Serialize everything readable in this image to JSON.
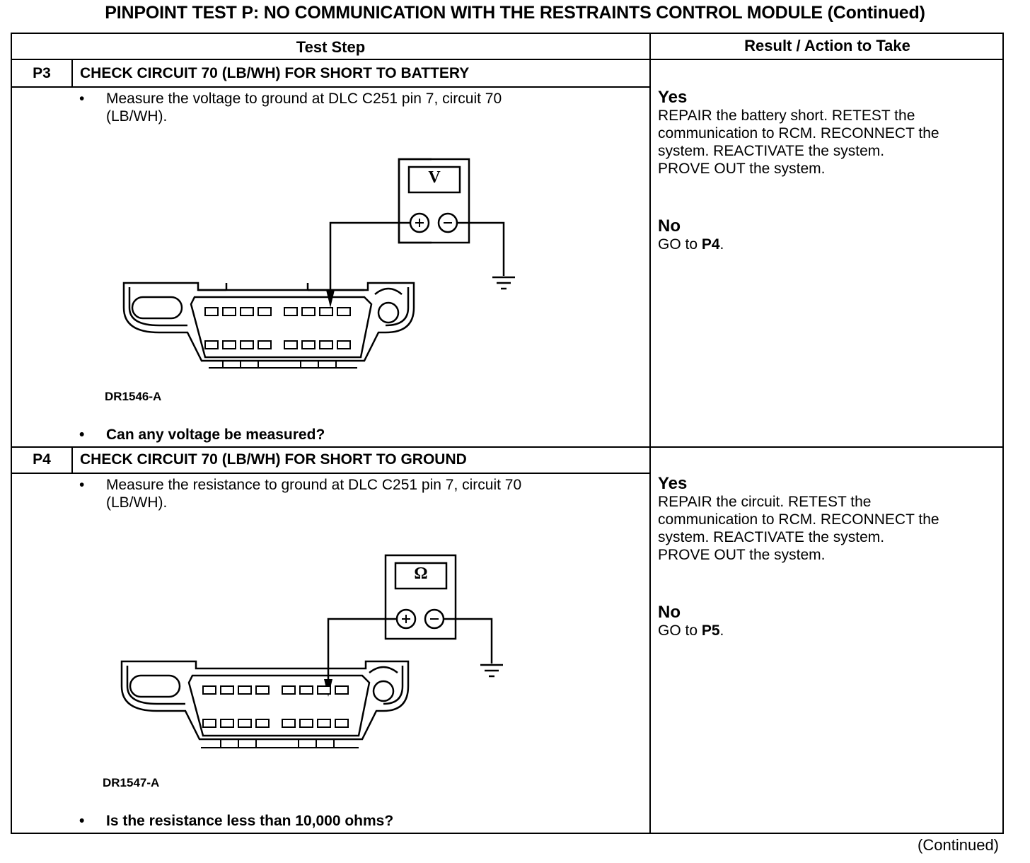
{
  "title": "PINPOINT TEST P: NO COMMUNICATION WITH THE RESTRAINTS CONTROL MODULE (Continued)",
  "headers": {
    "test_step": "Test Step",
    "result": "Result / Action to Take"
  },
  "steps": [
    {
      "id": "P3",
      "title": "CHECK CIRCUIT 70 (LB/WH) FOR SHORT TO BATTERY",
      "instruction_line1": "Measure the voltage to ground at DLC C251 pin 7, circuit 70",
      "instruction_line2": "(LB/WH).",
      "meter_symbol": "V",
      "figure_id": "DR1546-A",
      "question": "Can any voltage be measured?",
      "yes_label": "Yes",
      "yes_lines": [
        "REPAIR the battery short. RETEST the",
        "communication to RCM. RECONNECT the",
        "system. REACTIVATE the system.",
        "PROVE OUT the system."
      ],
      "no_label": "No",
      "no_prefix": "GO to ",
      "no_target": "P4",
      "no_suffix": "."
    },
    {
      "id": "P4",
      "title": "CHECK CIRCUIT 70 (LB/WH) FOR SHORT TO GROUND",
      "instruction_line1": "Measure the resistance to ground at DLC C251 pin 7, circuit 70",
      "instruction_line2": "(LB/WH).",
      "meter_symbol": "Ω",
      "figure_id": "DR1547-A",
      "question": "Is the resistance less than 10,000 ohms?",
      "yes_label": "Yes",
      "yes_lines": [
        "REPAIR the circuit. RETEST the",
        "communication to RCM. RECONNECT the",
        "system. REACTIVATE the system.",
        "PROVE OUT the system."
      ],
      "no_label": "No",
      "no_prefix": "GO to ",
      "no_target": "P5",
      "no_suffix": "."
    }
  ],
  "meter_plus": "+",
  "meter_minus": "−",
  "bullet_char": "•",
  "continued": "(Continued)"
}
